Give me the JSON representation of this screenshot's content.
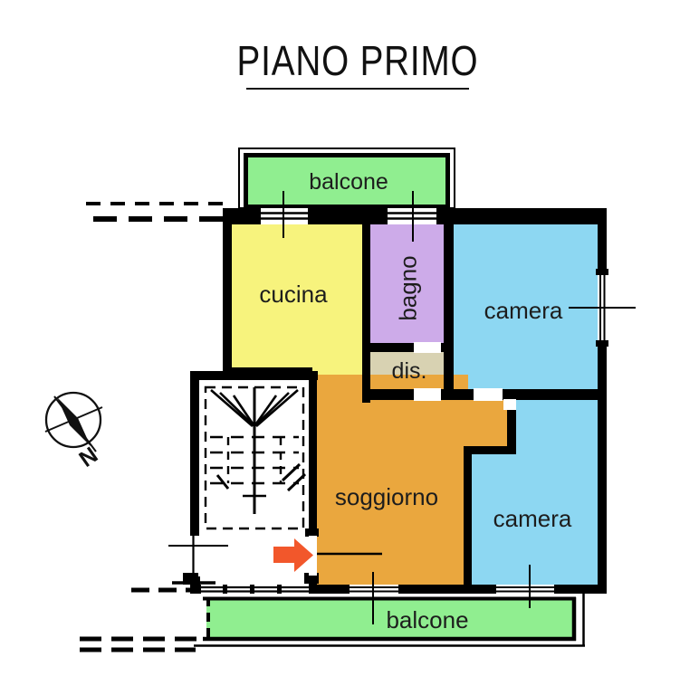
{
  "title": "PIANO PRIMO",
  "rooms": {
    "balcone_top": "balcone",
    "cucina": "cucina",
    "bagno": "bagno",
    "camera_top": "camera",
    "dis": "dis.",
    "soggiorno": "soggiorno",
    "camera_bottom": "camera",
    "balcone_bottom": "balcone"
  },
  "compass": {
    "north_label": "N"
  },
  "colors": {
    "balcony": "#90EE90",
    "kitchen": "#F7F37D",
    "bathroom": "#CDABE9",
    "bedroom": "#8DD7F2",
    "hallway": "#D8D2B2",
    "living_room": "#EAA73E",
    "entrance_arrow": "#F2572B",
    "walls": "#000000"
  }
}
